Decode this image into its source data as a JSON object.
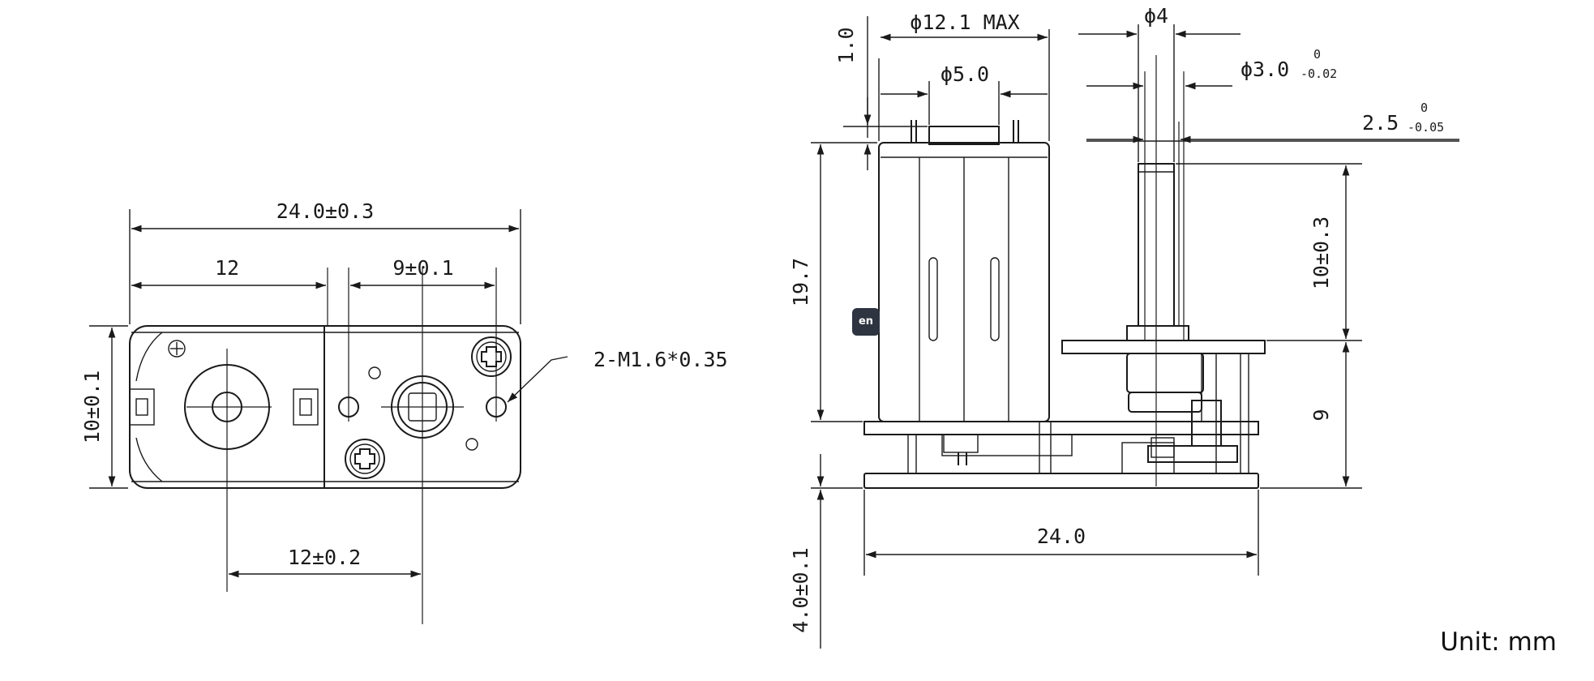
{
  "front_view": {
    "width_overall": "24.0±0.3",
    "width_left": "12",
    "width_right": "9±0.1",
    "height": "10±0.1",
    "hole_spacing": "12±0.2",
    "screw_callout": "2-M1.6*0.35"
  },
  "side_view": {
    "dia_max": "ϕ12.1 MAX",
    "dia_hub": "ϕ5.0",
    "shaft_outer": "ϕ4",
    "shaft_dia": "ϕ3.0",
    "shaft_dia_tol_upper": "0",
    "shaft_dia_tol_lower": "-0.02",
    "flat": "2.5",
    "flat_tol_upper": "0",
    "flat_tol_lower": "-0.05",
    "top_gap": "1.0",
    "motor_height": "19.7",
    "shaft_length": "10±0.3",
    "gearbox_height": "9",
    "base_height": "4.0±0.1",
    "base_width": "24.0"
  },
  "unit_label": "Unit: mm",
  "badge_text": "en"
}
